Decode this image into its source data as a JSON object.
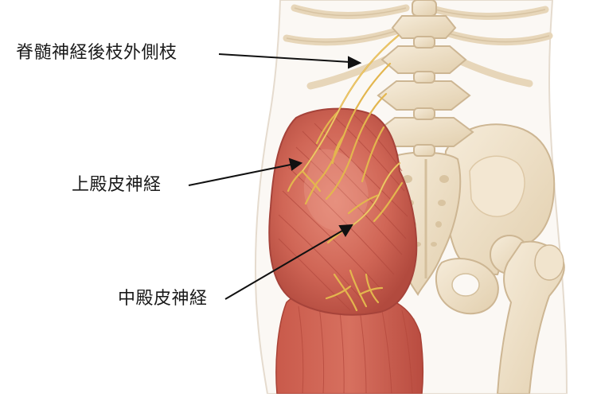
{
  "labels": {
    "spinal_nerve_posterior_lateral_branch": "脊髄神経後枝外側枝",
    "superior_cluneal_nerve": "上殿皮神経",
    "middle_cluneal_nerve": "中殿皮神経"
  },
  "colors": {
    "bone": "#efe2cc",
    "bone_shadow": "#d9c5a6",
    "skin_outline": "#e6dccf",
    "muscle": "#d46a5a",
    "muscle_dark": "#b84a3d",
    "muscle_light": "#e8917f",
    "nerve": "#e3b64e",
    "leader_line": "#111111"
  }
}
